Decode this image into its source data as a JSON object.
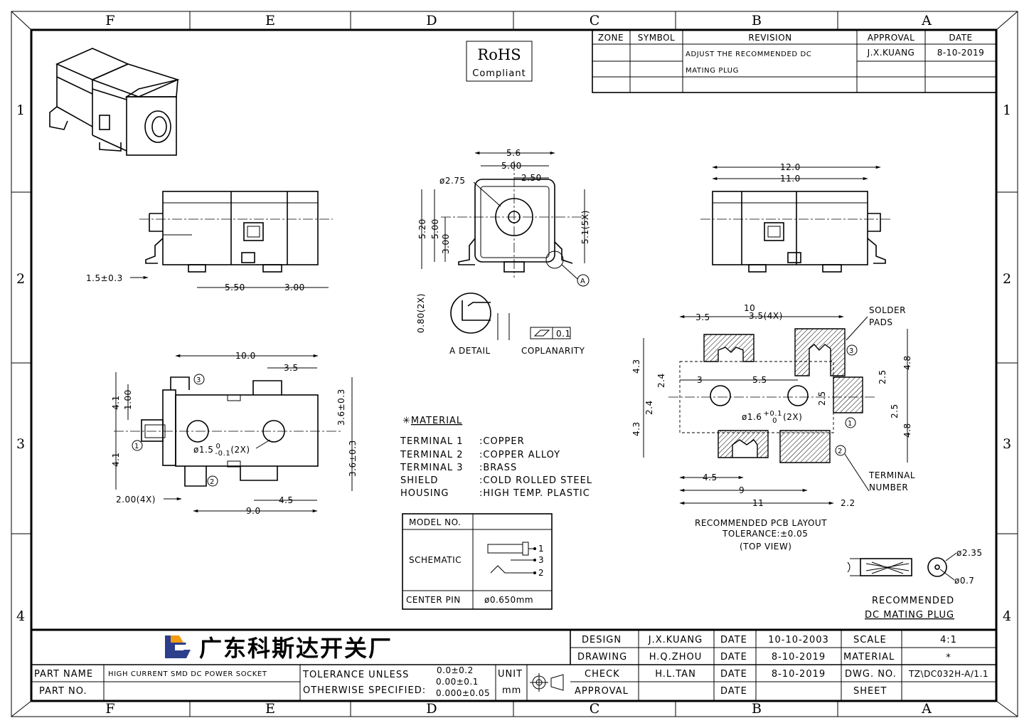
{
  "zones": {
    "columns": [
      "F",
      "E",
      "D",
      "C",
      "B",
      "A"
    ],
    "rows": [
      "1",
      "2",
      "3",
      "4"
    ]
  },
  "rohs": {
    "line1": "RoHS",
    "line2": "Compliant"
  },
  "revision_table": {
    "headers": [
      "ZONE",
      "SYMBOL",
      "REVISION",
      "APPROVAL",
      "DATE"
    ],
    "revision_line1": "ADJUST THE RECOMMENDED DC",
    "revision_line2": "MATING PLUG",
    "approval": "J.X.KUANG",
    "date": "8-10-2019"
  },
  "dims": {
    "side": {
      "d1": "1.5±0.3",
      "d2": "5.50",
      "d3": "3.00"
    },
    "front": {
      "d1": "5.6",
      "d2": "5.00",
      "d3": "2.50",
      "d4": "ø2.75",
      "d5": "5.20",
      "d6": "5.00",
      "d7": "3.00",
      "d8": "5.1(5X)",
      "d9": "0.80(2X)",
      "datum": "A"
    },
    "right": {
      "d1": "12.0",
      "d2": "11.0"
    },
    "bottom": {
      "d1": "10.0",
      "d2": "3.5",
      "d3": "4.1",
      "d4": "1.00",
      "d5": "4.1",
      "d6": "3.6±0.3",
      "d7": "3.6±0.3",
      "d8": "ø1.5",
      "d8sup": "0",
      "d8sub": "-0.1",
      "d8tail": "(2X)",
      "d9": "2.00(4X)",
      "d10": "4.5",
      "d11": "9.0"
    }
  },
  "detail": {
    "label": "A DETAIL",
    "coplanarity_label": "COPLANARITY",
    "coplanarity_value": "0.1"
  },
  "material": {
    "title": "MATERIAL",
    "rows": [
      {
        "part": "TERMINAL 1",
        "value": ":COPPER"
      },
      {
        "part": "TERMINAL 2",
        "value": ":COPPER ALLOY"
      },
      {
        "part": "TERMINAL 3",
        "value": ":BRASS"
      },
      {
        "part": "SHIELD",
        "value": ":COLD ROLLED STEEL"
      },
      {
        "part": "HOUSING",
        "value": ":HIGH TEMP. PLASTIC"
      }
    ]
  },
  "model_table": {
    "model_label": "MODEL NO.",
    "schematic_label": "SCHEMATIC",
    "pins": [
      "1",
      "3",
      "2"
    ],
    "center_pin_label": "CENTER PIN",
    "center_pin_value": "ø0.650mm"
  },
  "pcb": {
    "d1": "10",
    "d2": "3.5",
    "d3": "3.5(4X)",
    "solder1": "SOLDER",
    "solder2": "PADS",
    "d4": "4.3",
    "d5": "2.4",
    "d6": "3",
    "d7": "5.5",
    "d8": "2.5",
    "d9": "2.5",
    "d10": "4.8",
    "d11": "2.4",
    "d12": "4.3",
    "d13": "ø1.6",
    "d13sup": "+0.1",
    "d13sub": "0",
    "d13tail": "(2X)",
    "d14": "2.5",
    "d15": "4.8",
    "d16": "4.5",
    "d17": "9",
    "d18": "11",
    "d19": "2.2",
    "term1": "TERMINAL",
    "term2": "NUMBER",
    "title1": "RECOMMENDED PCB LAYOUT",
    "title2": "TOLERANCE:±0.05",
    "title3": "(TOP VIEW)",
    "terminal_numbers": [
      "1",
      "2",
      "3"
    ]
  },
  "plug": {
    "d1": "ø2.35",
    "d2": "ø0.7",
    "title1": "RECOMMENDED",
    "title2": "DC MATING PLUG"
  },
  "title_block": {
    "company": "广东科斯达开关厂",
    "labels": {
      "design": "DESIGN",
      "drawing": "DRAWING",
      "check": "CHECK",
      "approval": "APPROVAL",
      "date": "DATE",
      "scale": "SCALE",
      "material": "MATERIAL",
      "dwg_no": "DWG. NO.",
      "sheet": "SHEET",
      "part_name": "PART NAME",
      "part_no": "PART NO.",
      "unit": "UNIT",
      "tol1": "TOLERANCE UNLESS",
      "tol2": "OTHERWISE SPECIFIED:"
    },
    "design_by": "J.X.KUANG",
    "design_date": "10-10-2003",
    "drawing_by": "H.Q.ZHOU",
    "drawing_date": "8-10-2019",
    "check_by": "H.L.TAN",
    "check_date": "8-10-2019",
    "scale": "4:1",
    "material_value": "*",
    "dwg_no": "TZ\\DC032H-A/1.1",
    "part_name": "HIGH CURRENT SMD DC POWER SOCKET",
    "tolerances": [
      "0.0±0.2",
      "0.00±0.1",
      "0.000±0.05"
    ],
    "unit": "mm"
  }
}
